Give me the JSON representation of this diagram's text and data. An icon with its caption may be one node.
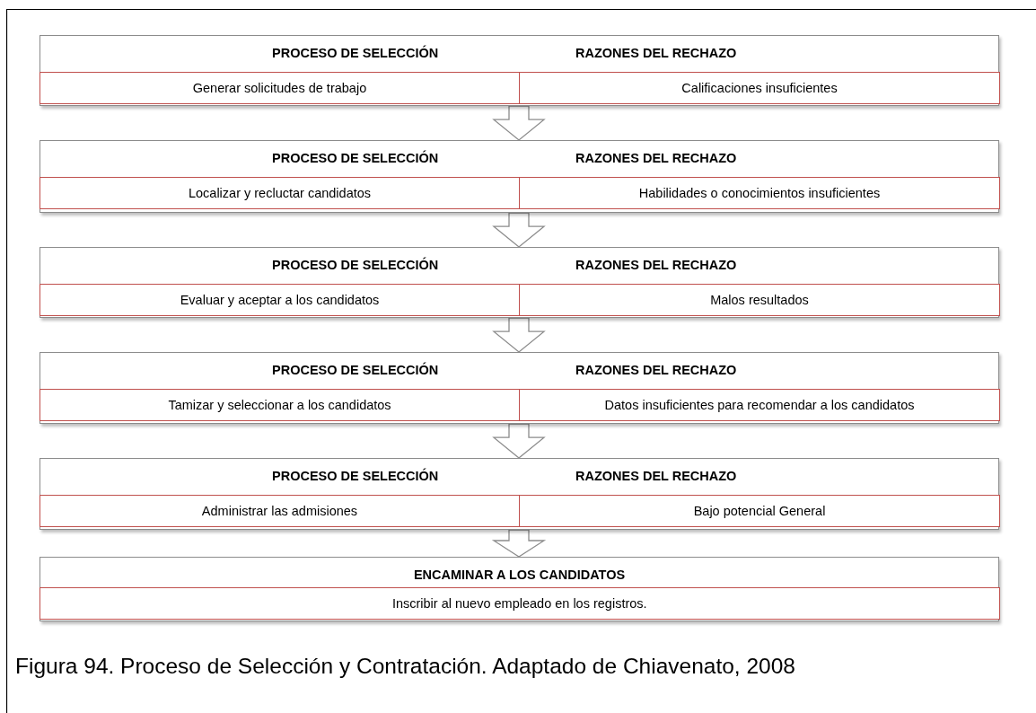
{
  "diagram": {
    "caption": "Figura 94. Proceso de Selección y Contratación. Adaptado de Chiavenato, 2008",
    "nodes": [
      {
        "text": [
          "PROCESO DE SELECCIÓN",
          "RAZONES DEL RECHAZO"
        ]
      },
      {
        "text": [
          "Generar solicitudes de trabajo"
        ],
        "in": 0
      },
      {
        "text": [
          "Calificaciones insuficientes"
        ],
        "in": 0
      },
      {
        "text": [
          "PROCESO DE SELECCIÓN",
          "RAZONES DEL RECHAZO"
        ]
      },
      {
        "text": [
          "Localizar y recluctar candidatos"
        ],
        "in": 3
      },
      {
        "text": [
          "Habilidades o conocimientos insuficientes"
        ],
        "in": 3
      },
      {
        "text": [
          "PROCESO DE SELECCIÓN",
          "RAZONES DEL RECHAZO"
        ]
      },
      {
        "text": [
          "Evaluar y aceptar a los candidatos"
        ],
        "in": 6
      },
      {
        "text": [
          "Malos resultados"
        ],
        "in": 6
      },
      {
        "text": [
          "PROCESO DE SELECCIÓN",
          "RAZONES DEL RECHAZO"
        ]
      },
      {
        "text": [
          "Tamizar y seleccionar a los candidatos"
        ],
        "in": 9
      },
      {
        "text": [
          "Datos insuficientes para recomendar a los candidatos"
        ],
        "in": 9
      },
      {
        "text": [
          "PROCESO DE SELECCIÓN",
          "RAZONES DEL RECHAZO"
        ]
      },
      {
        "text": [
          "Administrar las admisiones"
        ],
        "in": 12
      },
      {
        "text": [
          "Bajo potencial General"
        ],
        "in": 12
      },
      {
        "text": [
          "ENCAMINAR A LOS CANDIDATOS"
        ]
      },
      {
        "text": [
          "Inscribir al nuevo empleado en los registros."
        ],
        "in": 15
      }
    ],
    "edges": [
      {
        "from": 0,
        "to": 3,
        "arrow": "to"
      },
      {
        "from": 3,
        "to": 6,
        "arrow": "to"
      },
      {
        "from": 6,
        "to": 9,
        "arrow": "to"
      },
      {
        "from": 9,
        "to": 12,
        "arrow": "to"
      },
      {
        "from": 12,
        "to": 15,
        "arrow": "to"
      }
    ]
  }
}
